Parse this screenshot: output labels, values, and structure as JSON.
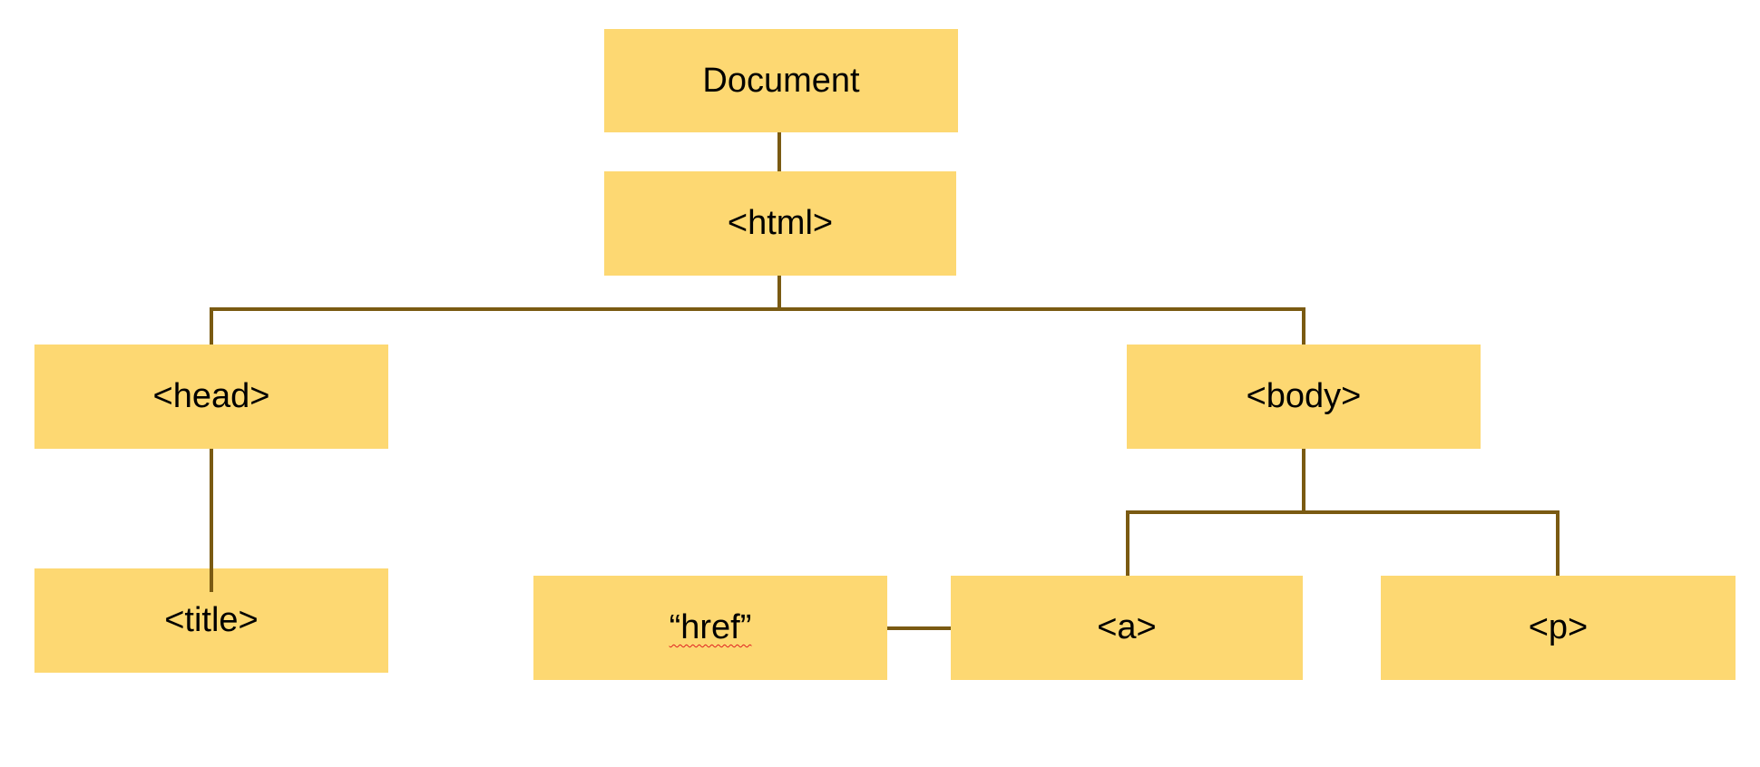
{
  "diagram": {
    "nodes": {
      "document": "Document",
      "html": "<html>",
      "head": "<head>",
      "body": "<body>",
      "title": "<title>",
      "href": "“href”",
      "a": "<a>",
      "p": "<p>"
    },
    "colors": {
      "box_fill": "#fdd872",
      "connector": "#7a5a12",
      "spellcheck_underline": "#e02020"
    }
  }
}
